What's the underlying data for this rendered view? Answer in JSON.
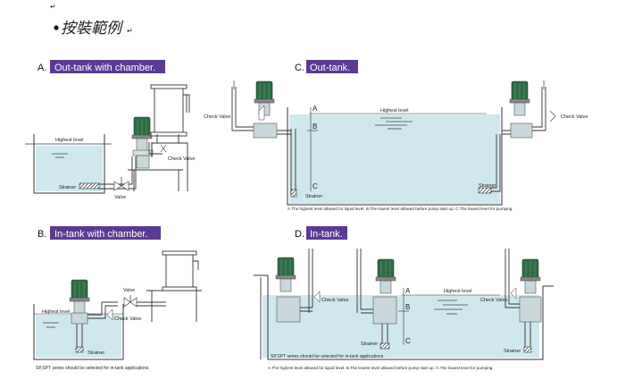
{
  "title": "按裝範例",
  "sections": {
    "a": {
      "letter": "A.",
      "title": "Out-tank with chamber.",
      "highest_level": "Highest level",
      "strainer": "Strainer",
      "valve": "Valve",
      "check_valve": "Check Valve"
    },
    "b": {
      "letter": "B.",
      "title": "In-tank with chamber.",
      "highest_level": "Highest level",
      "strainer": "Strainer",
      "valve": "Valve",
      "check_valve": "Check Valve",
      "note": "SP,SPT series should be selected for in-tank applications."
    },
    "c": {
      "letter": "C.",
      "title": "Out-tank.",
      "highest_level": "Highest level",
      "strainer_left": "Strainer",
      "strainer_right": "Strainer",
      "check_valve_left": "Check Valve",
      "check_valve_right": "Check Valve",
      "level_a": "A",
      "level_b": "B",
      "level_c": "C",
      "caption": "A.The highest level allowed for liquid level.  B.The lowest level allowed before pump start up.  C.The lowest level for pumping."
    },
    "d": {
      "letter": "D.",
      "title": "In-tank.",
      "highest_level": "Highest level",
      "strainer_mid": "Strainer",
      "strainer_right": "Strainer",
      "check_valve_left": "Check Valve",
      "check_valve_right": "Check Valve",
      "level_a": "A",
      "level_b": "B",
      "level_c": "C",
      "note": "SP,SPT series should be selected for in-tank applications.",
      "caption": "A.The highest level allowed for liquid level.  B.The lowest level allowed before pump start up.  C.The lowest level for pumping."
    }
  },
  "colors": {
    "header_bg": "#5b3a93",
    "water": "#cfe8ee",
    "motor": "#2e6b45"
  }
}
